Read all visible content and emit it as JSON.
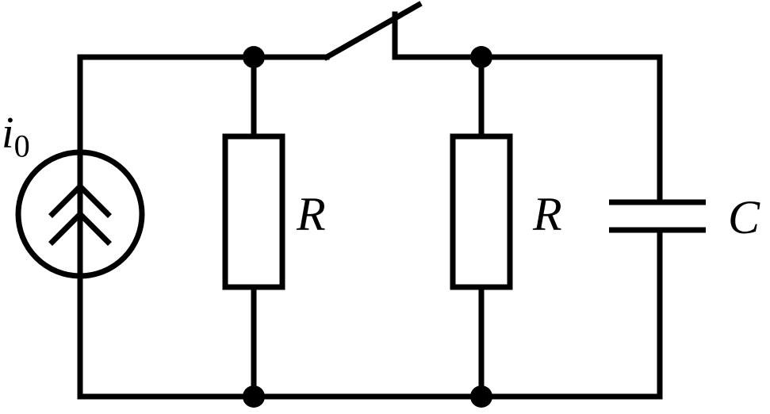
{
  "labels": {
    "source": {
      "main": "i",
      "sub": "0"
    },
    "resistor_left": "R",
    "resistor_right": "R",
    "capacitor": "C"
  },
  "colors": {
    "line": "#000000",
    "background": "#ffffff"
  },
  "components": [
    {
      "type": "current-source",
      "label": "i0"
    },
    {
      "type": "resistor",
      "label": "R"
    },
    {
      "type": "switch",
      "state": "open"
    },
    {
      "type": "resistor",
      "label": "R"
    },
    {
      "type": "capacitor",
      "label": "C"
    }
  ]
}
